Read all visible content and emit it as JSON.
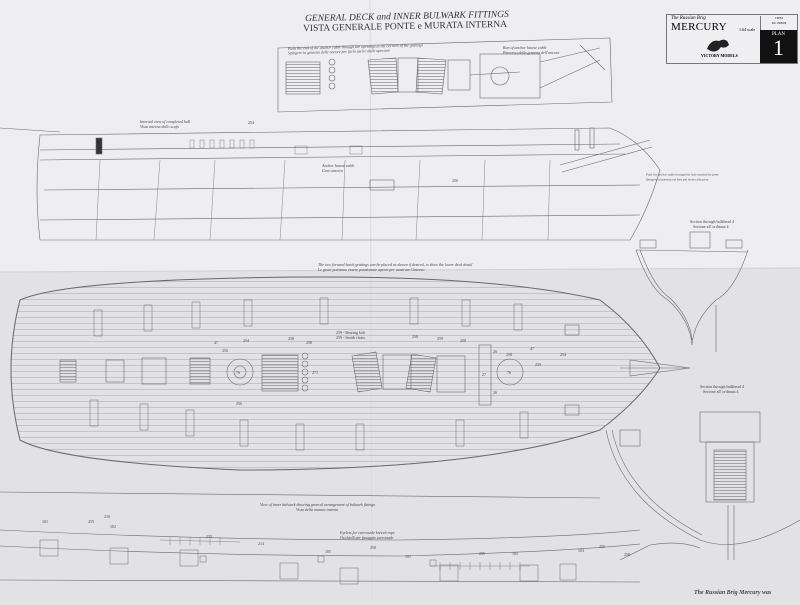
{
  "header": {
    "title_en": "GENERAL DECK and INNER BULWARK FITTINGS",
    "title_it": "VISTA GENERALE PONTE e MURATA INTERNA"
  },
  "title_block": {
    "subtitle": "The Russian Brig",
    "ship_name": "MERCURY",
    "scale": "1:64 scale",
    "item_label": "ITEM",
    "item_code": "Kit 1308/06",
    "plan_label": "PLAN",
    "plan_number": "1",
    "brand": "VICTORY MODELS"
  },
  "captions": {
    "anchor_cable_en": "Push the end of the anchor cable through the openings at the corners of the gratings",
    "anchor_cable_it": "Spingere la gomena delle ancore per farla uscire dalle aperture",
    "run_cable_en": "Run of anchor hawse cable",
    "run_cable_it": "Percorso della gomena dell'ancora",
    "internal_view_en": "Internal view of completed hull",
    "internal_view_it": "Vista interna dello scafo",
    "anchor_hawse_en": "Anchor hawse cable",
    "anchor_hawse_it": "Cavo ancora",
    "push_anchor_en": "Push the anchor cable through the hole nearest the prow",
    "push_anchor_it": "Spingere la gomena nel foro più vicino alla prua",
    "gratings_en": "The two forward hatch gratings can be placed as shown if desired, to show the lower deck detail",
    "gratings_it": "Le grate potranno essere posizionate aperte per mostrare l'interno",
    "section1_en": "Section through bulkhead 4",
    "section1_it": "Sezione all' ordinata 4",
    "section2_en": "Section through bulkhead 4",
    "section2_it": "Sezione all' ordinata 4",
    "bulwark_en": "View of inner bulwark showing general arrangement of bulwark fittings",
    "bulwark_it": "Vista della murata interna",
    "eyelets_en": "Eyelets for carronade breech rope",
    "eyelets_it": "Occhielli per fasaggio carronade",
    "footer": "The Russian Brig Mercury was"
  },
  "labels": {
    "deck": [
      "256",
      "47",
      "254",
      "258",
      "258",
      "271",
      "259 - Bearing bolt",
      "259 - Smith cleats",
      "258",
      "259",
      "258",
      "27",
      "26",
      "26",
      "258",
      "47",
      "254",
      "76",
      "76",
      "259",
      "256"
    ],
    "profile": [
      "254",
      "256"
    ],
    "bulwark": [
      "101",
      "255",
      "210",
      "102",
      "255",
      "214",
      "105",
      "258",
      "101",
      "255",
      "105",
      "103",
      "255",
      "258"
    ]
  },
  "colors": {
    "paper": "#ececef",
    "line": "#6a6a70",
    "plan_box": "#111111"
  }
}
